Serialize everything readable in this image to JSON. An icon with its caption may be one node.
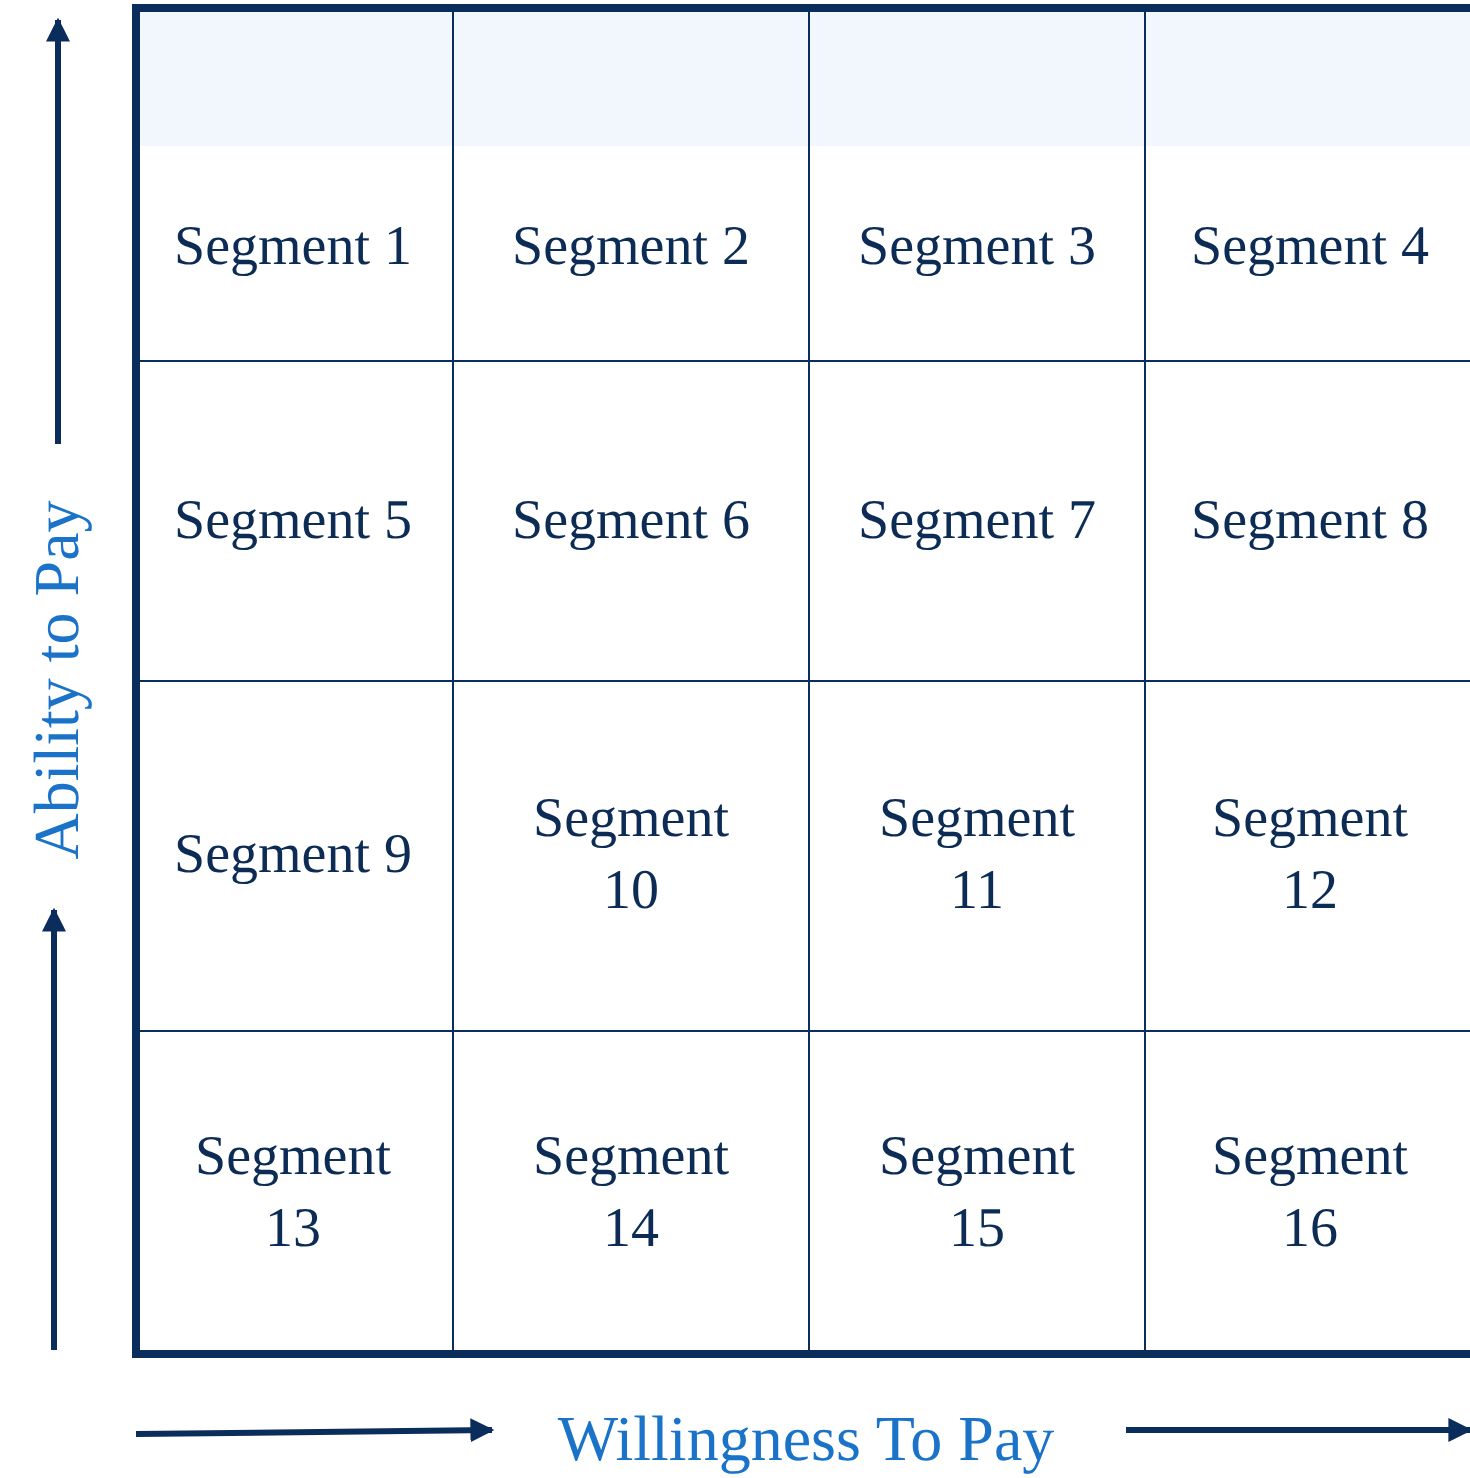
{
  "diagram": {
    "nodes": [
      {
        "text": [
          "Segment 1"
        ]
      },
      {
        "text": [
          "Segment 2"
        ]
      },
      {
        "text": [
          "Segment 3"
        ]
      },
      {
        "text": [
          "Segment 4"
        ]
      },
      {
        "text": [
          "Segment 5"
        ]
      },
      {
        "text": [
          "Segment 6"
        ]
      },
      {
        "text": [
          "Segment 7"
        ]
      },
      {
        "text": [
          "Segment 8"
        ]
      },
      {
        "text": [
          "Segment 9"
        ]
      },
      {
        "text": [
          "Segment 10"
        ]
      },
      {
        "text": [
          "Segment 11"
        ]
      },
      {
        "text": [
          "Segment 12"
        ]
      },
      {
        "text": [
          "Segment 13"
        ]
      },
      {
        "text": [
          "Segment 14"
        ]
      },
      {
        "text": [
          "Segment 15"
        ]
      },
      {
        "text": [
          "Segment 16"
        ]
      }
    ],
    "edges": [],
    "labels": [
      "Ability to Pay",
      "Willingness To Pay"
    ]
  }
}
